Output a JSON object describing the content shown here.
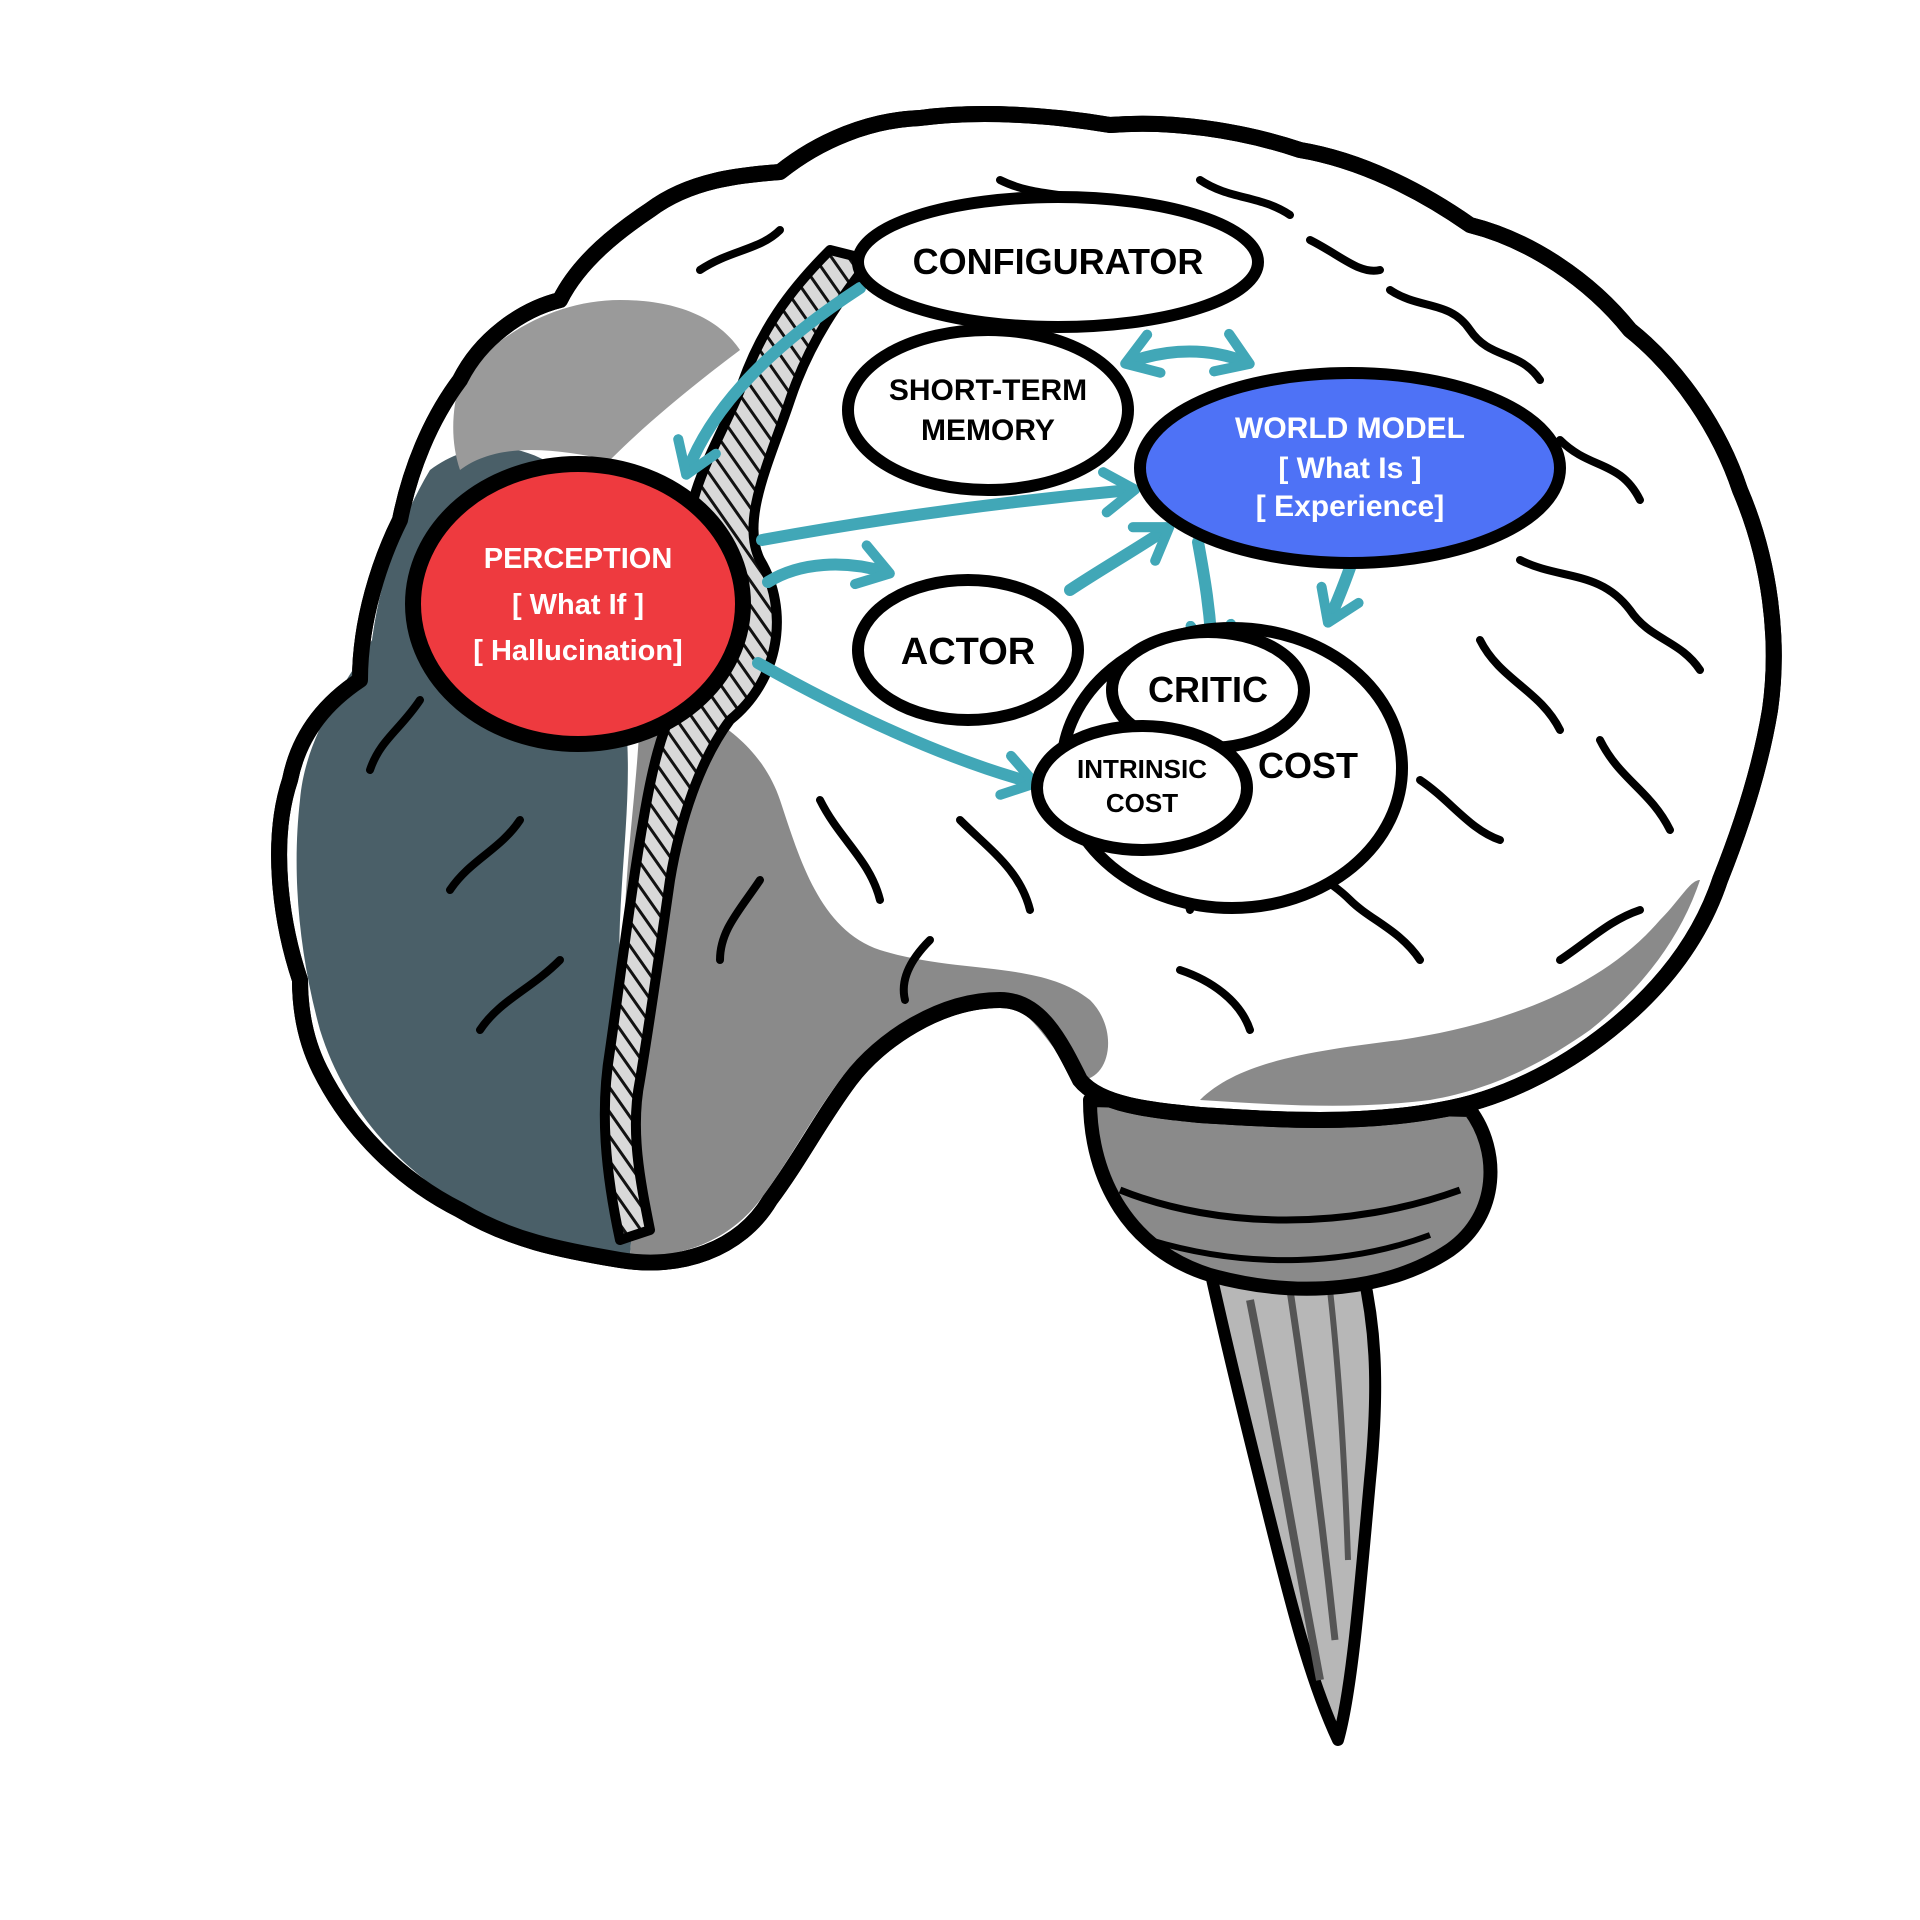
{
  "colors": {
    "perception": "#ee3a3f",
    "world_model": "#4e72f6",
    "arrow": "#41a7b7",
    "outline": "#000000",
    "brain_light": "#ffffff",
    "brain_mid": "#8a8a8a",
    "brain_dark": "#4a5f68"
  },
  "nodes": {
    "configurator": {
      "label": "CONFIGURATOR"
    },
    "short_term_memory": {
      "line1": "SHORT-TERM",
      "line2": "MEMORY"
    },
    "world_model": {
      "line1": "WORLD MODEL",
      "line2": "[ What Is ]",
      "line3": "[ Experience]"
    },
    "perception": {
      "line1": "PERCEPTION",
      "line2": "[ What If ]",
      "line3": "[ Hallucination]"
    },
    "actor": {
      "label": "ACTOR"
    },
    "critic": {
      "label": "CRITIC"
    },
    "cost": {
      "label": "COST"
    },
    "intrinsic_cost": {
      "line1": "INTRINSIC",
      "line2": "COST"
    }
  },
  "icons": {
    "brain": "brain-illustration-icon",
    "arrow": "arrow-icon"
  }
}
